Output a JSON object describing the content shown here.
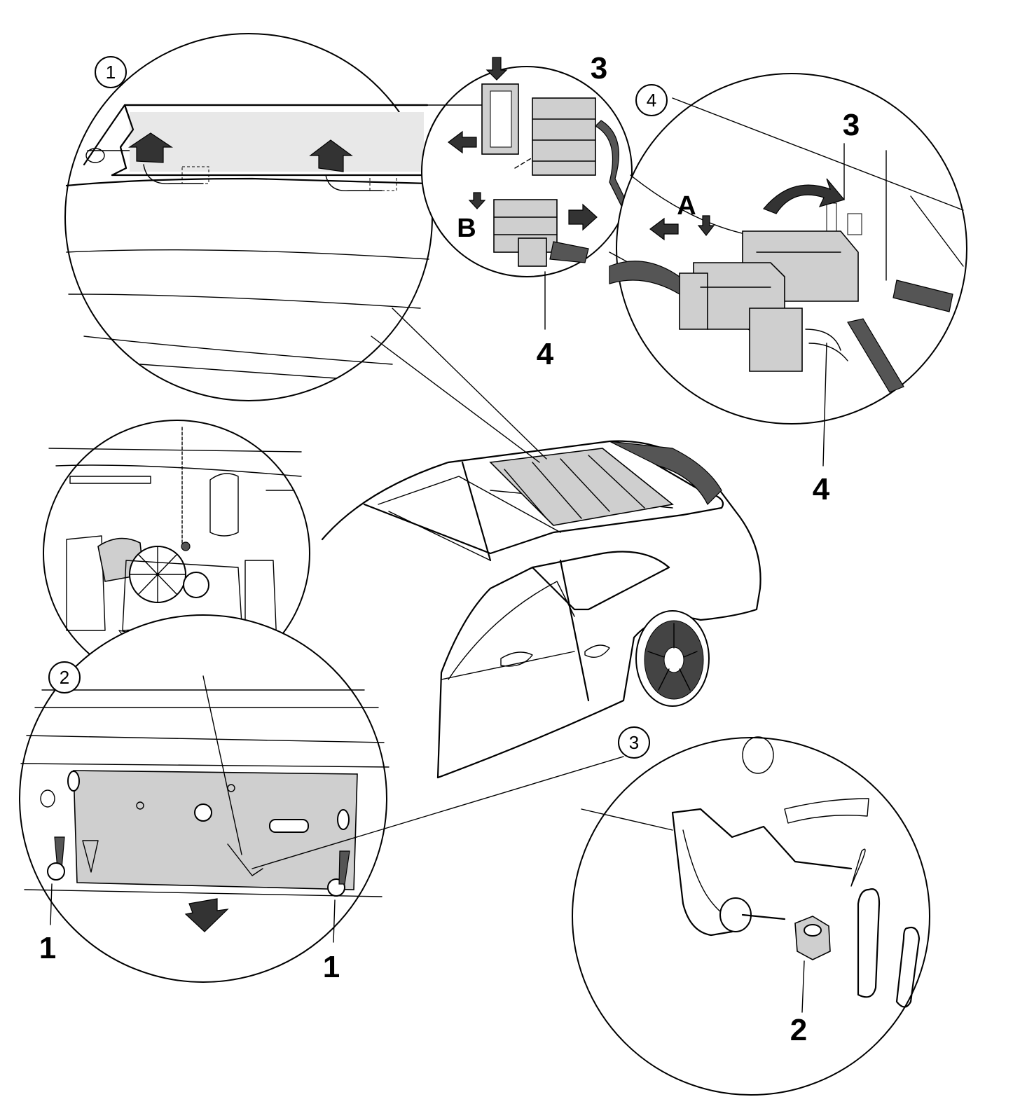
{
  "callouts": {
    "c1": "1",
    "c2": "2",
    "c3": "3",
    "c4": "4"
  },
  "part_numbers": {
    "connector_top_3": "3",
    "connector_top_4": "4",
    "connector_right_3": "3",
    "connector_right_4": "4",
    "screw_left_1": "1",
    "screw_right_1": "1",
    "nut_2": "2"
  },
  "letters": {
    "A": "A",
    "B": "B"
  }
}
